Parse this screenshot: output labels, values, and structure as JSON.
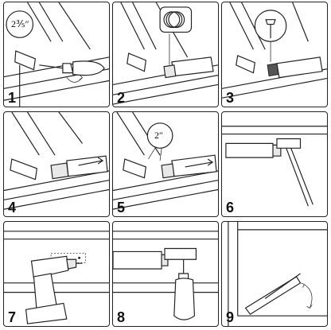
{
  "steps": [
    {
      "number": "1",
      "callout": "2⅗″"
    },
    {
      "number": "2",
      "callout": ""
    },
    {
      "number": "3",
      "callout": ""
    },
    {
      "number": "4",
      "callout": ""
    },
    {
      "number": "5",
      "callout": "2″"
    },
    {
      "number": "6",
      "callout": ""
    },
    {
      "number": "7",
      "callout": ""
    },
    {
      "number": "8",
      "callout": ""
    },
    {
      "number": "9",
      "callout": ""
    }
  ],
  "icons": {
    "step1": "screwdriver-icon",
    "step2": "spring-rings-icon",
    "step3": "pin-icon",
    "step7": "drill-icon"
  }
}
